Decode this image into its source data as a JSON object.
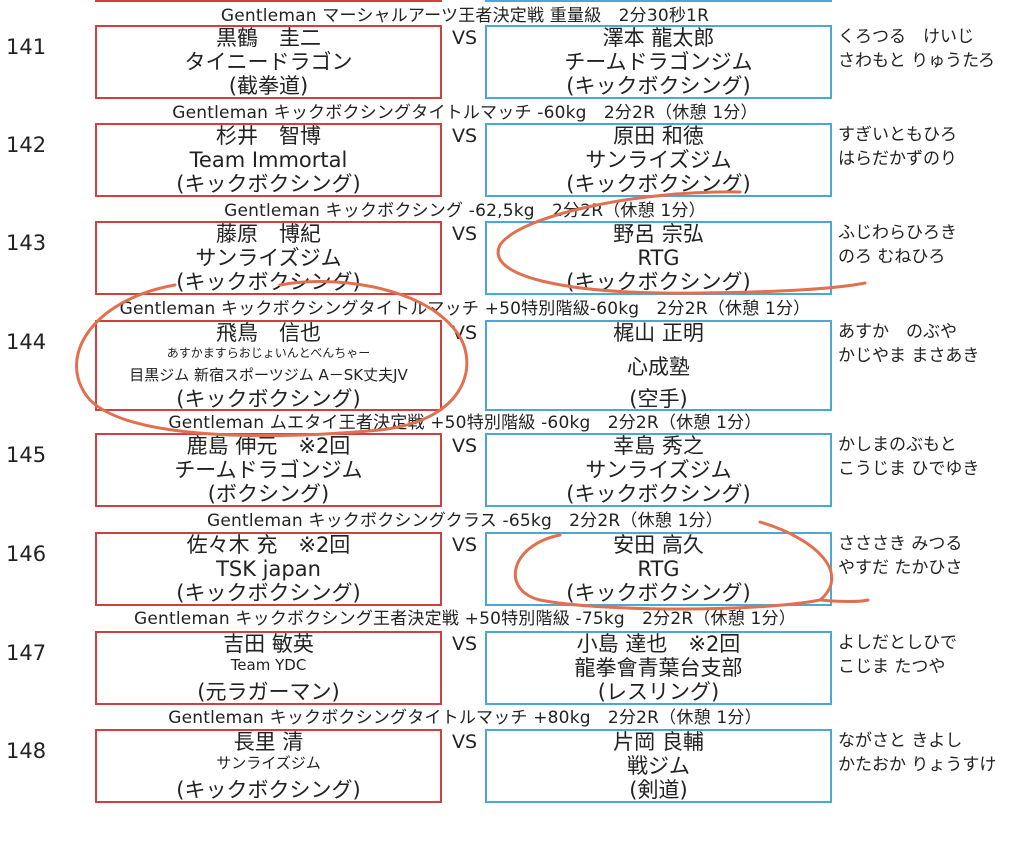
{
  "bouts": [
    {
      "number": "141",
      "header": "Gentleman マーシャルアーツ王者決定戦 重量級　2分30秒1R",
      "vs": "VS",
      "red": {
        "lines": [
          "黒鶴　圭二",
          "タイニードラゴン",
          "(截拳道)"
        ]
      },
      "blue": {
        "lines": [
          "澤本 龍太郎",
          "チームドラゴンジム",
          "(キックボクシング)"
        ]
      },
      "reading": [
        "くろつる　けいじ",
        "さわもと りゅうたろ"
      ]
    },
    {
      "number": "142",
      "header": "Gentleman キックボクシングタイトルマッチ -60kg　2分2R（休憩 1分）",
      "vs": "VS",
      "red": {
        "lines": [
          "杉井　智博",
          "Team Immortal",
          "(キックボクシング)"
        ]
      },
      "blue": {
        "lines": [
          "原田 和徳",
          "サンライズジム",
          "(キックボクシング)"
        ]
      },
      "reading": [
        "すぎいともひろ",
        "はらだかずのり"
      ]
    },
    {
      "number": "143",
      "header": "Gentleman キックボクシング -62,5kg　2分2R（休憩 1分）",
      "vs": "VS",
      "red": {
        "lines": [
          "藤原　博紀",
          "サンライズジム",
          "(キックボクシング)"
        ]
      },
      "blue": {
        "lines": [
          "野呂 宗弘",
          "RTG",
          "(キックボクシング)"
        ]
      },
      "reading": [
        "ふじわらひろき",
        "のろ むねひろ"
      ]
    },
    {
      "number": "144",
      "header": "Gentleman キックボクシングタイトルマッチ +50特別階級-60kg　2分2R（休憩 1分）",
      "vs": "VS",
      "red": {
        "lines": [
          "飛鳥　信也",
          "あすかますらおじょいんとべんちゃー",
          "目黒ジム 新宿スポーツジム A－SK丈夫JV",
          "(キックボクシング)"
        ]
      },
      "blue": {
        "lines": [
          "梶山 正明",
          "心成塾",
          "(空手)"
        ]
      },
      "reading": [
        "あすか　のぶや",
        "かじやま まさあき"
      ]
    },
    {
      "number": "145",
      "header": "Gentleman ムエタイ王者決定戦 +50特別階級 -60kg　2分2R（休憩 1分）",
      "vs": "VS",
      "red": {
        "lines": [
          "鹿島 伸元　※2回",
          "チームドラゴンジム",
          "(ボクシング)"
        ]
      },
      "blue": {
        "lines": [
          "幸島 秀之",
          "サンライズジム",
          "(キックボクシング)"
        ]
      },
      "reading": [
        "かしまのぶもと",
        "こうじま ひでゆき"
      ]
    },
    {
      "number": "146",
      "header": "Gentleman キックボクシングクラス -65kg　2分2R（休憩 1分）",
      "vs": "VS",
      "red": {
        "lines": [
          "佐々木 充　※2回",
          "TSK japan",
          "(キックボクシング)"
        ]
      },
      "blue": {
        "lines": [
          "安田 高久",
          "RTG",
          "(キックボクシング)"
        ]
      },
      "reading": [
        "さささき みつる",
        "やすだ たかひさ"
      ]
    },
    {
      "number": "147",
      "header": "Gentleman キックボクシング王者決定戦 +50特別階級 -75kg　2分2R（休憩 1分）",
      "vs": "VS",
      "red": {
        "lines": [
          "吉田 敏英",
          "Team YDC",
          "(元ラガーマン)"
        ]
      },
      "blue": {
        "lines": [
          "小島 達也　※2回",
          "龍拳會青葉台支部",
          "(レスリング)"
        ]
      },
      "reading": [
        "よしだとしひで",
        "こじま たつや"
      ]
    },
    {
      "number": "148",
      "header": "Gentleman キックボクシングタイトルマッチ +80kg　2分2R（休憩 1分）",
      "vs": "VS",
      "red": {
        "lines": [
          "長里 清",
          "サンライズジム",
          "(キックボクシング)"
        ]
      },
      "blue": {
        "lines": [
          "片岡 良輔",
          "戦ジム",
          "(剣道)"
        ]
      },
      "reading": [
        "ながさと きよし",
        "かたおか りょうすけ"
      ]
    }
  ],
  "colors": {
    "red_corner": "#d04040",
    "blue_corner": "#4aa8d8",
    "annotation": "#e07050"
  }
}
